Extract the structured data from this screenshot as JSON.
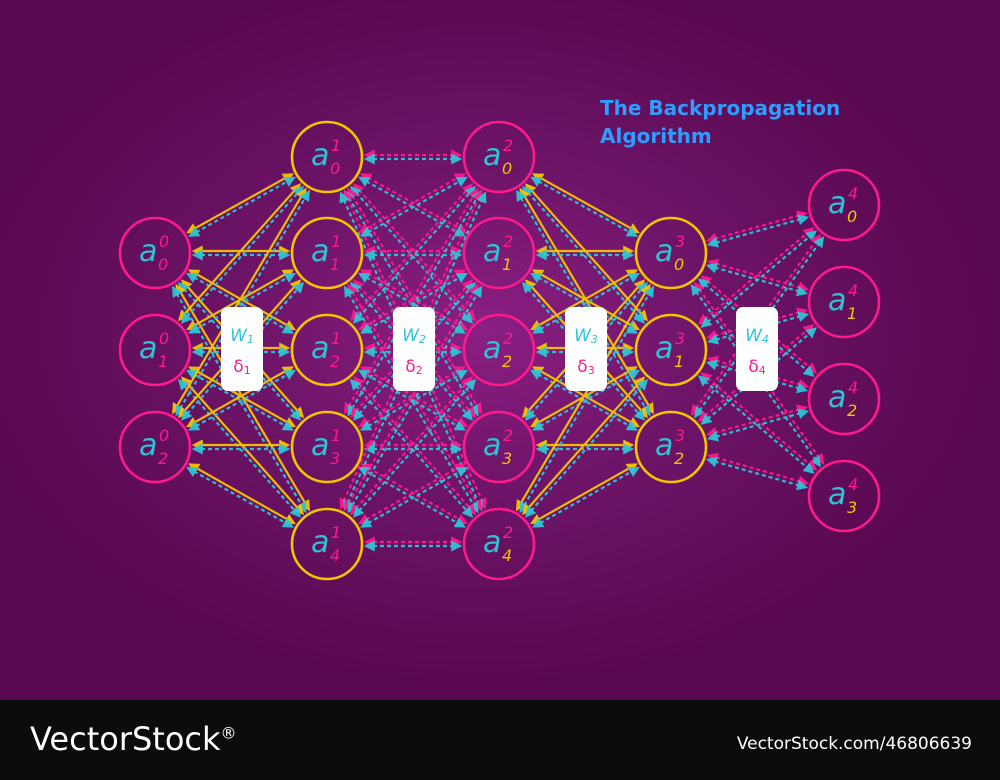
{
  "title": {
    "line1": "The Backpropagation",
    "line2": "Algorithm"
  },
  "colors": {
    "background": "#55064f",
    "magenta": "#ff1a8c",
    "yellow": "#f5c400",
    "cyan": "#2ec4d6",
    "title_blue": "#2f9cff",
    "box_fill": "#ffffff"
  },
  "layers": [
    {
      "index": 0,
      "ring_color": "magenta",
      "super_color": "magenta",
      "sub_color": "magenta",
      "neurons": [
        {
          "sub": "0",
          "sup": "0"
        },
        {
          "sub": "1",
          "sup": "0"
        },
        {
          "sub": "2",
          "sup": "0"
        }
      ]
    },
    {
      "index": 1,
      "ring_color": "yellow",
      "super_color": "magenta",
      "sub_color": "magenta",
      "neurons": [
        {
          "sub": "0",
          "sup": "1"
        },
        {
          "sub": "1",
          "sup": "1"
        },
        {
          "sub": "2",
          "sup": "1"
        },
        {
          "sub": "3",
          "sup": "1"
        },
        {
          "sub": "4",
          "sup": "1"
        }
      ]
    },
    {
      "index": 2,
      "ring_color": "magenta",
      "super_color": "magenta",
      "sub_color": "yellow",
      "neurons": [
        {
          "sub": "0",
          "sup": "2"
        },
        {
          "sub": "1",
          "sup": "2"
        },
        {
          "sub": "2",
          "sup": "2"
        },
        {
          "sub": "3",
          "sup": "2"
        },
        {
          "sub": "4",
          "sup": "2"
        }
      ]
    },
    {
      "index": 3,
      "ring_color": "yellow",
      "super_color": "magenta",
      "sub_color": "yellow",
      "neurons": [
        {
          "sub": "0",
          "sup": "3"
        },
        {
          "sub": "1",
          "sup": "3"
        },
        {
          "sub": "2",
          "sup": "3"
        }
      ]
    },
    {
      "index": 4,
      "ring_color": "magenta",
      "super_color": "magenta",
      "sub_color": "yellow",
      "neurons": [
        {
          "sub": "0",
          "sup": "4"
        },
        {
          "sub": "1",
          "sup": "4"
        },
        {
          "sub": "2",
          "sup": "4"
        },
        {
          "sub": "3",
          "sup": "4"
        }
      ]
    }
  ],
  "neuron_letter": "a",
  "weight_boxes": [
    {
      "w_letter": "W",
      "w_index": "1",
      "delta_letter": "δ",
      "delta_index": "1"
    },
    {
      "w_letter": "W",
      "w_index": "2",
      "delta_letter": "δ",
      "delta_index": "2"
    },
    {
      "w_letter": "W",
      "w_index": "3",
      "delta_letter": "δ",
      "delta_index": "3"
    },
    {
      "w_letter": "W",
      "w_index": "4",
      "delta_letter": "δ",
      "delta_index": "4"
    }
  ],
  "footer": {
    "brand": "VectorStock",
    "registered": "®",
    "image_id": "VectorStock.com/46806639"
  }
}
